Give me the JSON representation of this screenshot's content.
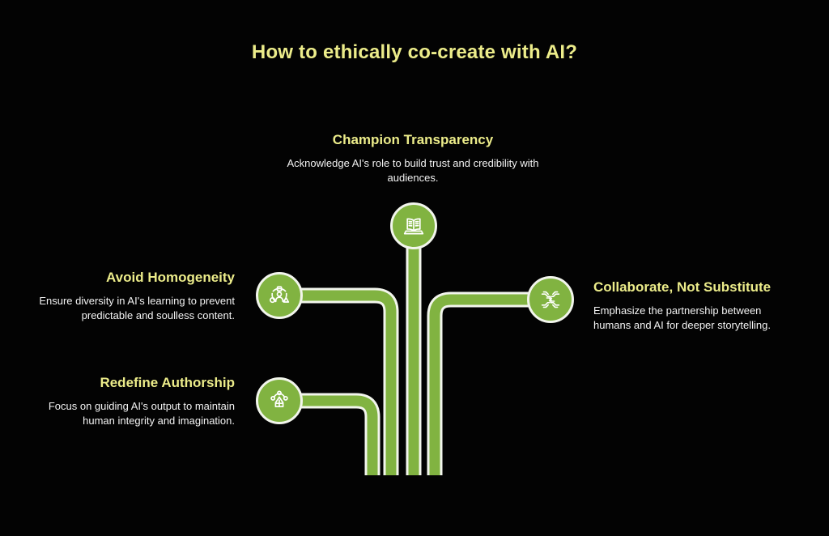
{
  "page": {
    "title": "How to ethically co-create with AI?",
    "background_color": "#030303",
    "accent_green": "#81b341",
    "accent_yellow": "#ecec8a",
    "body_text_color": "#f3f3f3",
    "node_outline_color": "#f2f5ec"
  },
  "nodes": {
    "top": {
      "heading": "Champion Transparency",
      "body": "Acknowledge AI's role to build trust and credibility with audiences.",
      "icon": "open-book-icon"
    },
    "left_upper": {
      "heading": "Avoid Homogeneity",
      "body": "Ensure diversity in AI's learning to prevent predictable and soulless content.",
      "icon": "diversity-shapes-icon"
    },
    "left_lower": {
      "heading": "Redefine Authorship",
      "body": "Focus on guiding AI's output to maintain human integrity and imagination.",
      "icon": "pen-node-icon"
    },
    "right": {
      "heading": "Collaborate, Not Substitute",
      "body": "Emphasize the partnership between humans and AI for deeper storytelling.",
      "icon": "interlocking-hands-icon"
    }
  }
}
